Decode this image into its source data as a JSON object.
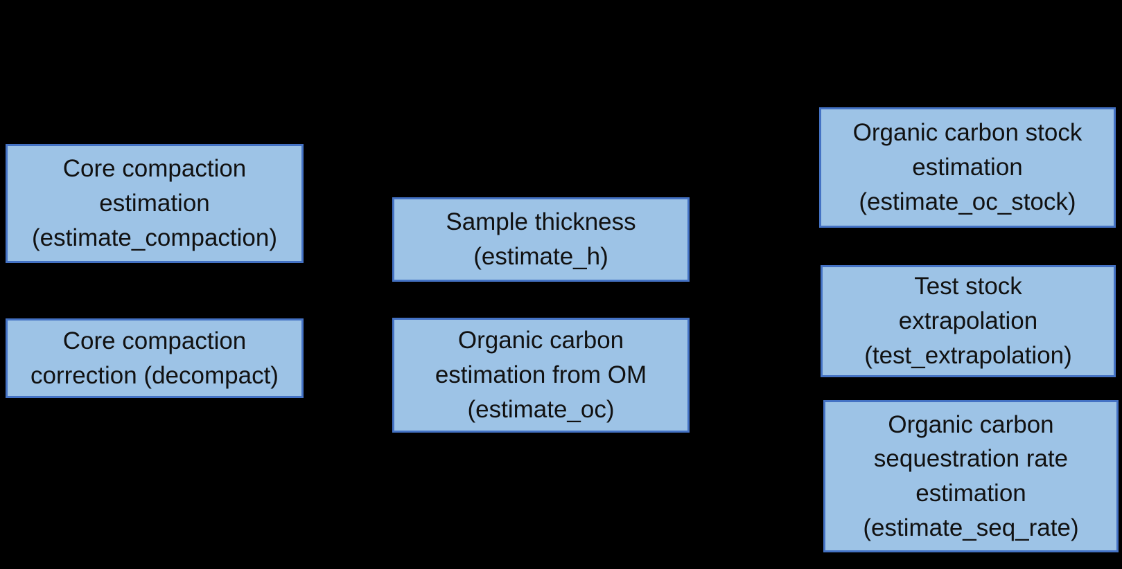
{
  "diagram": {
    "background_color": "#000000",
    "node_fill_color": "#9DC3E6",
    "node_border_color": "#4472C4",
    "node_text_color": "#111111",
    "nodes": [
      {
        "id": "core-compaction-estimation",
        "function": "estimate_compaction",
        "label": "Core compaction\nestimation\n(estimate_compaction)"
      },
      {
        "id": "core-compaction-correction",
        "function": "decompact",
        "label": "Core compaction\ncorrection (decompact)"
      },
      {
        "id": "sample-thickness",
        "function": "estimate_h",
        "label": "Sample thickness\n(estimate_h)"
      },
      {
        "id": "organic-carbon-estimation-from-om",
        "function": "estimate_oc",
        "label": "Organic carbon\nestimation from OM\n(estimate_oc)"
      },
      {
        "id": "organic-carbon-stock-estimation",
        "function": "estimate_oc_stock",
        "label": "Organic carbon stock\nestimation\n(estimate_oc_stock)"
      },
      {
        "id": "test-stock-extrapolation",
        "function": "test_extrapolation",
        "label": "Test stock\nextrapolation\n(test_extrapolation)"
      },
      {
        "id": "organic-carbon-sequestration-rate-estimation",
        "function": "estimate_seq_rate",
        "label": "Organic carbon\nsequestration rate\nestimation\n(estimate_seq_rate)"
      }
    ]
  }
}
